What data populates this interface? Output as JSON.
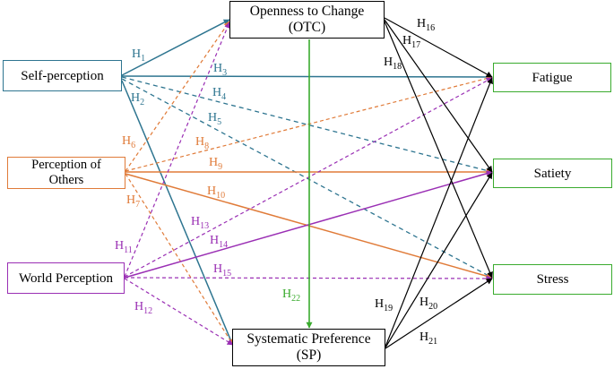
{
  "nodes": {
    "otc": "Openness to Change\n(OTC)",
    "sp": "Systematic Preference\n(SP)",
    "self": "Self-perception",
    "perc": "Perception of\nOthers",
    "world": "World Perception",
    "fatigue": "Fatigue",
    "satiety": "Satiety",
    "stress": "Stress"
  },
  "colors": {
    "self": "#2e7590",
    "perc": "#e07b39",
    "world": "#9a2fb4",
    "green": "#3aab2e",
    "black": "#000000"
  },
  "hypotheses": [
    {
      "id": "H1",
      "base": "H",
      "sub": "1"
    },
    {
      "id": "H2",
      "base": "H",
      "sub": "2"
    },
    {
      "id": "H3",
      "base": "H",
      "sub": "3"
    },
    {
      "id": "H4",
      "base": "H",
      "sub": "4"
    },
    {
      "id": "H5",
      "base": "H",
      "sub": "5"
    },
    {
      "id": "H6",
      "base": "H",
      "sub": "6"
    },
    {
      "id": "H7",
      "base": "H",
      "sub": "7"
    },
    {
      "id": "H8",
      "base": "H",
      "sub": "8"
    },
    {
      "id": "H9",
      "base": "H",
      "sub": "9"
    },
    {
      "id": "H10",
      "base": "H",
      "sub": "10"
    },
    {
      "id": "H11",
      "base": "H",
      "sub": "11"
    },
    {
      "id": "H12",
      "base": "H",
      "sub": "12"
    },
    {
      "id": "H13",
      "base": "H",
      "sub": "13"
    },
    {
      "id": "H14",
      "base": "H",
      "sub": "14"
    },
    {
      "id": "H15",
      "base": "H",
      "sub": "15"
    },
    {
      "id": "H16",
      "base": "H",
      "sub": "16"
    },
    {
      "id": "H17",
      "base": "H",
      "sub": "17"
    },
    {
      "id": "H18",
      "base": "H",
      "sub": "18"
    },
    {
      "id": "H19",
      "base": "H",
      "sub": "19"
    },
    {
      "id": "H20",
      "base": "H",
      "sub": "20"
    },
    {
      "id": "H21",
      "base": "H",
      "sub": "21"
    },
    {
      "id": "H22",
      "base": "H",
      "sub": "22"
    }
  ]
}
